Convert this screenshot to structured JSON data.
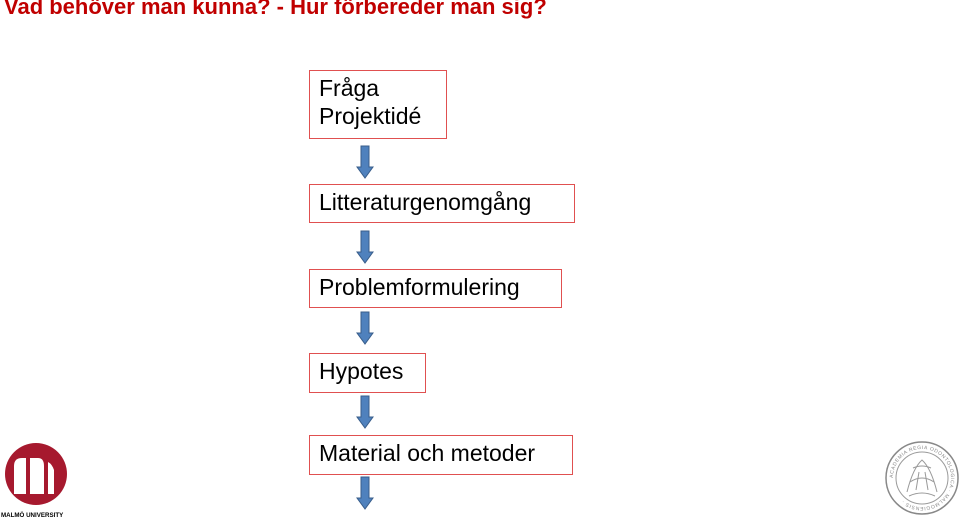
{
  "title": "Vad behöver man kunna? - Hur förbereder man sig?",
  "flow": {
    "step1_line1": "Fråga",
    "step1_line2": "Projektidé",
    "step2": "Litteraturgenomgång",
    "step3": "Problemformulering",
    "step4": "Hypotes",
    "step5": "Material och metoder"
  },
  "logos": {
    "left_text": "MALMÖ UNIVERSITY",
    "right_text": "ACADEMIA REGIA ODONTOLOGICA MALMOGIENSIS"
  },
  "colors": {
    "title": "#C00000",
    "box_border": "#E05050",
    "arrow_fill": "#4F81BD",
    "arrow_stroke": "#385D8A",
    "logo_red": "#A6192E"
  }
}
